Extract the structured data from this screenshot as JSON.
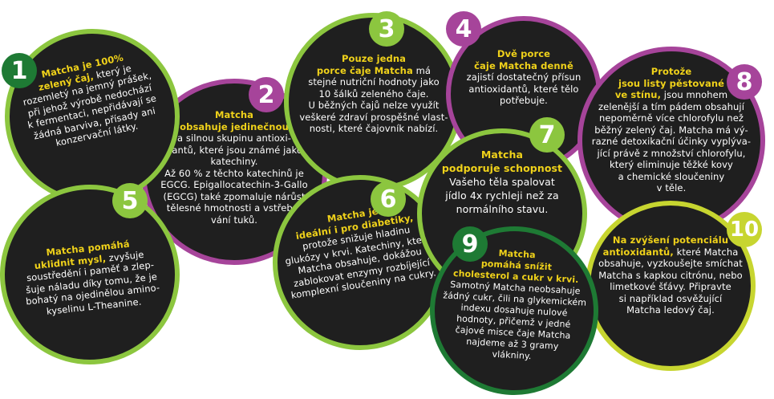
{
  "colors": {
    "green": "#8cc63f",
    "dark_green": "#1e7a34",
    "purple": "#a6449a",
    "yellow_green": "#c7d530",
    "highlight": "#f0d21a",
    "circle_fill": "#1f1f1f"
  },
  "items": [
    {
      "number": "1",
      "lines": [
        {
          "hl": "Matcha je 100%",
          "t": ""
        },
        {
          "hl": "zelený čaj,",
          "t": " který je"
        },
        {
          "hl": "",
          "t": "rozemletý na jemný prášek,"
        },
        {
          "hl": "",
          "t": "při jehož výrobě nedochází"
        },
        {
          "hl": "",
          "t": "k fermentaci, nepřidávají se"
        },
        {
          "hl": "",
          "t": "žádná barviva, přísady ani"
        },
        {
          "hl": "",
          "t": "konzervační látky."
        }
      ]
    },
    {
      "number": "2",
      "lines": [
        {
          "hl": "Matcha",
          "t": ""
        },
        {
          "hl": "obsahuje jedinečnou",
          "t": ""
        },
        {
          "hl": "",
          "t": "a silnou skupinu antioxi-"
        },
        {
          "hl": "",
          "t": "dantů, které jsou známé jako"
        },
        {
          "hl": "",
          "t": "katechiny."
        },
        {
          "hl": "",
          "t": "Až 60 % z těchto katechinů je"
        },
        {
          "hl": "",
          "t": "EGCG. Epigallocatechin-3-Gallo"
        },
        {
          "hl": "",
          "t": "(EGCG) také zpomaluje nárůst"
        },
        {
          "hl": "",
          "t": "tělesné hmotnosti a vstřebá-"
        },
        {
          "hl": "",
          "t": "vání tuků."
        }
      ]
    },
    {
      "number": "3",
      "lines": [
        {
          "hl": "Pouze jedna",
          "t": ""
        },
        {
          "hl": "porce čaje Matcha",
          "t": " má"
        },
        {
          "hl": "",
          "t": "stejné nutriční hodnoty jako"
        },
        {
          "hl": "",
          "t": "10 šálků zeleného čaje."
        },
        {
          "hl": "",
          "t": "U běžných čajů nelze využít"
        },
        {
          "hl": "",
          "t": "veškeré zdraví prospěšné vlast-"
        },
        {
          "hl": "",
          "t": "nosti, které čajovník nabízí."
        }
      ]
    },
    {
      "number": "4",
      "lines": [
        {
          "hl": "Dvě porce",
          "t": ""
        },
        {
          "hl": "čaje Matcha denně",
          "t": ""
        },
        {
          "hl": "",
          "t": "zajistí dostatečný přísun"
        },
        {
          "hl": "",
          "t": "antioxidantů, které tělo"
        },
        {
          "hl": "",
          "t": "potřebuje."
        }
      ]
    },
    {
      "number": "5",
      "lines": [
        {
          "hl": "Matcha pomáhá",
          "t": ""
        },
        {
          "hl": "uklidnit mysl,",
          "t": " zvyšuje"
        },
        {
          "hl": "",
          "t": "soustředění i paměť a zlep-"
        },
        {
          "hl": "",
          "t": "šuje náladu díky tomu, že je"
        },
        {
          "hl": "",
          "t": "bohatý na ojedinělou amino-"
        },
        {
          "hl": "",
          "t": "kyselinu L-Theanine."
        }
      ]
    },
    {
      "number": "6",
      "lines": [
        {
          "hl": "Matcha je",
          "t": ""
        },
        {
          "hl": "ideální i pro diabetiky,",
          "t": ""
        },
        {
          "hl": "",
          "t": "protože snižuje hladinu"
        },
        {
          "hl": "",
          "t": "glukózy v krvi. Katechiny, které"
        },
        {
          "hl": "",
          "t": "Matcha obsahuje, dokážou"
        },
        {
          "hl": "",
          "t": "zablokovat enzymy rozbíjející"
        },
        {
          "hl": "",
          "t": "komplexní sloučeniny na cukry."
        }
      ]
    },
    {
      "number": "7",
      "lines": [
        {
          "hl": "Matcha",
          "t": ""
        },
        {
          "hl": "podporuje schopnost",
          "t": ""
        },
        {
          "hl": "",
          "t": "Vašeho těla spalovat"
        },
        {
          "hl": "",
          "t": "jídlo 4x rychleji než za"
        },
        {
          "hl": "",
          "t": "normálního stavu."
        }
      ]
    },
    {
      "number": "8",
      "lines": [
        {
          "hl": "Protože",
          "t": ""
        },
        {
          "hl": "jsou listy pěstované",
          "t": ""
        },
        {
          "hl": "ve stínu,",
          "t": " jsou mnohem"
        },
        {
          "hl": "",
          "t": "zelenější a tím pádem obsahují"
        },
        {
          "hl": "",
          "t": "nepoměrně více chlorofylu než"
        },
        {
          "hl": "",
          "t": "běžný zelený čaj. Matcha má vý-"
        },
        {
          "hl": "",
          "t": "razné detoxikační účinky vyplýva-"
        },
        {
          "hl": "",
          "t": "jící právě z množství chlorofylu,"
        },
        {
          "hl": "",
          "t": "který eliminuje těžké kovy"
        },
        {
          "hl": "",
          "t": "a chemické sloučeniny"
        },
        {
          "hl": "",
          "t": "v těle."
        }
      ]
    },
    {
      "number": "9",
      "lines": [
        {
          "hl": "Matcha",
          "t": ""
        },
        {
          "hl": "pomáhá snížit",
          "t": ""
        },
        {
          "hl": "cholesterol a cukr v krvi.",
          "t": ""
        },
        {
          "hl": "",
          "t": "Samotný Matcha neobsahuje"
        },
        {
          "hl": "",
          "t": "žádný cukr, čili na glykemickém"
        },
        {
          "hl": "",
          "t": "indexu dosahuje nulové"
        },
        {
          "hl": "",
          "t": "hodnoty, přičemž v jedné"
        },
        {
          "hl": "",
          "t": "čajové misce čaje Matcha"
        },
        {
          "hl": "",
          "t": "najdeme až 3 gramy"
        },
        {
          "hl": "",
          "t": "vlákniny."
        }
      ]
    },
    {
      "number": "10",
      "lines": [
        {
          "hl": "Na zvýšení potenciálu",
          "t": ""
        },
        {
          "hl": "antioxidantů,",
          "t": " které Matcha"
        },
        {
          "hl": "",
          "t": "obsahuje, vyzkoušejte smíchat"
        },
        {
          "hl": "",
          "t": "Matcha s kapkou citrónu, nebo"
        },
        {
          "hl": "",
          "t": "limetkové šťávy. Připravte"
        },
        {
          "hl": "",
          "t": "si například osvěžující"
        },
        {
          "hl": "",
          "t": "Matcha ledový čaj."
        }
      ]
    }
  ]
}
